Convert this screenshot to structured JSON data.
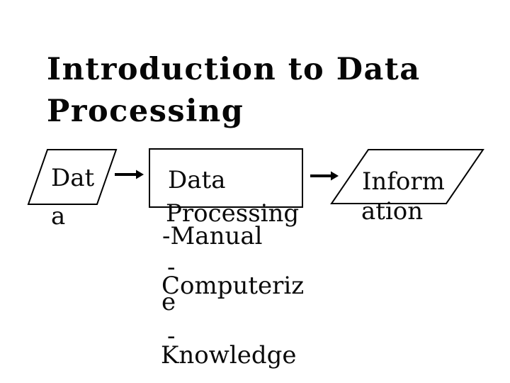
{
  "slide": {
    "background_color": "#ffffff",
    "ink_color": "#000000",
    "title": {
      "line1": "Introduction to Data",
      "line2": "Processing"
    }
  },
  "diagram": {
    "input": {
      "shape": "parallelogram",
      "lines": [
        "Dat",
        "a"
      ]
    },
    "process": {
      "shape": "rectangle",
      "lines": [
        "Data",
        "Processing",
        "-Manual",
        "-",
        "Computeriz",
        "e",
        "-",
        "Knowledge"
      ]
    },
    "output": {
      "shape": "parallelogram",
      "lines": [
        "Inform",
        "ation"
      ]
    },
    "connectors": [
      {
        "type": "arrow-right"
      },
      {
        "type": "arrow-right"
      }
    ]
  }
}
